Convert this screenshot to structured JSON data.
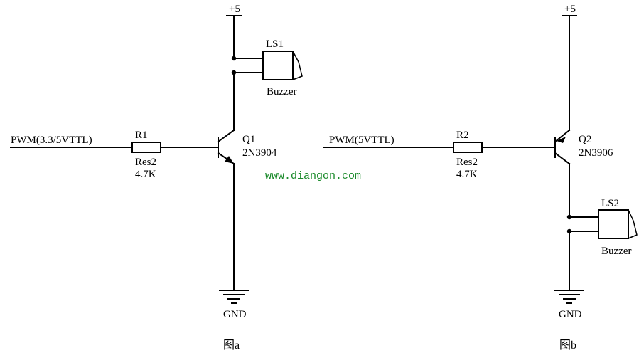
{
  "colors": {
    "line": "#000000",
    "watermark": "#1a8a2a"
  },
  "watermark": "www.diangon.com",
  "circuit_a": {
    "caption": "图a",
    "input_label": "PWM(3.3/5VTTL)",
    "resistor": {
      "ref": "R1",
      "part": "Res2",
      "value": "4.7K"
    },
    "transistor": {
      "ref": "Q1",
      "part": "2N3904"
    },
    "buzzer": {
      "ref": "LS1",
      "part": "Buzzer"
    },
    "supply": "+5",
    "ground": "GND"
  },
  "circuit_b": {
    "caption": "图b",
    "input_label": "PWM(5VTTL)",
    "resistor": {
      "ref": "R2",
      "part": "Res2",
      "value": "4.7K"
    },
    "transistor": {
      "ref": "Q2",
      "part": "2N3906"
    },
    "buzzer": {
      "ref": "LS2",
      "part": "Buzzer"
    },
    "supply": "+5",
    "ground": "GND"
  }
}
